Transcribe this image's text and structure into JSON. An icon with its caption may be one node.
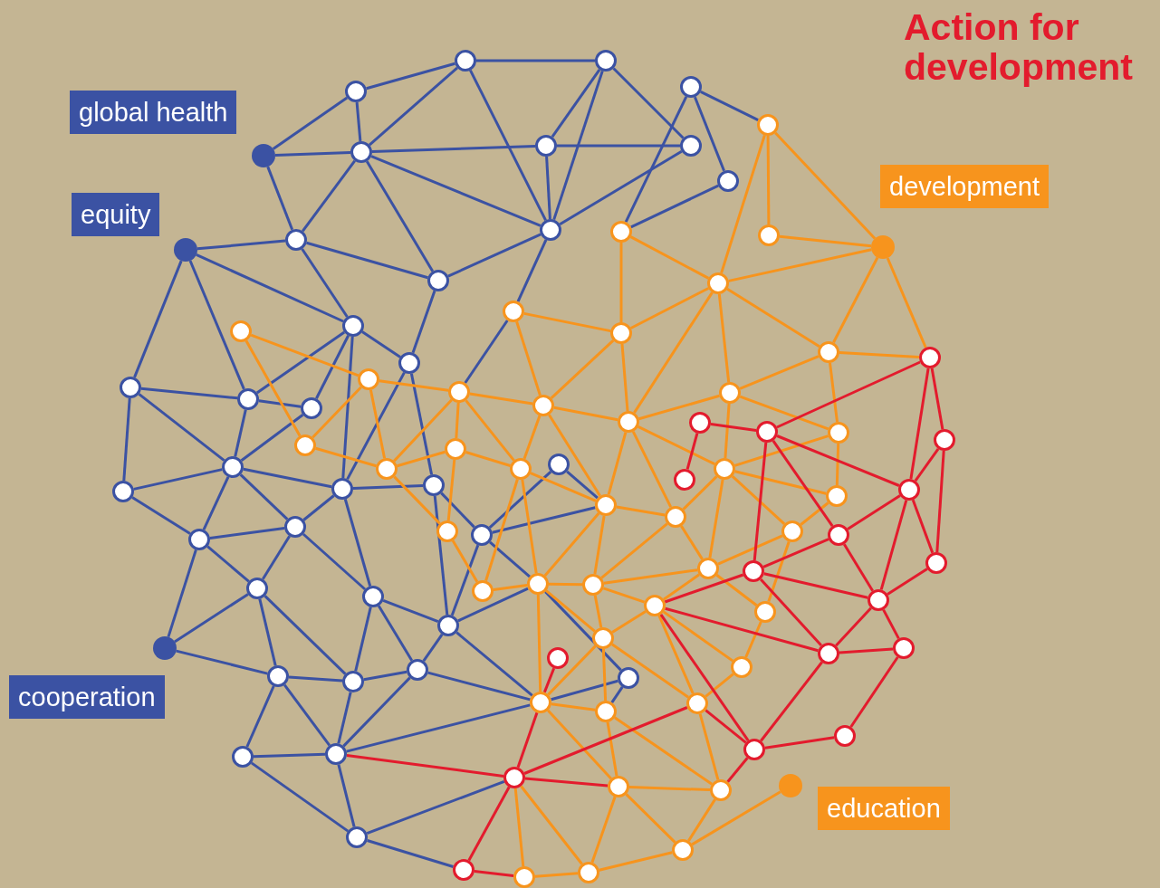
{
  "diagram": {
    "title": "Action for development",
    "nodes": [
      {
        "text": [
          "global health"
        ]
      },
      {
        "text": [
          "equity"
        ]
      },
      {
        "text": [
          "cooperation"
        ]
      },
      {
        "text": [
          "development"
        ]
      },
      {
        "text": [
          "education"
        ]
      },
      {
        "text": [],
        "shape": "circle"
      },
      {
        "text": [],
        "shape": "circle"
      },
      {
        "text": [],
        "shape": "circle"
      },
      {
        "text": [],
        "shape": "circle"
      },
      {
        "text": [],
        "shape": "circle"
      },
      {
        "text": [],
        "shape": "circle"
      },
      {
        "text": [],
        "shape": "circle"
      },
      {
        "text": [],
        "shape": "circle"
      },
      {
        "text": [],
        "shape": "circle"
      },
      {
        "text": [],
        "shape": "circle"
      },
      {
        "text": [],
        "shape": "circle"
      },
      {
        "text": [],
        "shape": "circle"
      },
      {
        "text": [],
        "shape": "circle"
      },
      {
        "text": [],
        "shape": "circle"
      },
      {
        "text": [],
        "shape": "circle"
      },
      {
        "text": [],
        "shape": "circle"
      },
      {
        "text": [],
        "shape": "circle"
      },
      {
        "text": [],
        "shape": "circle"
      },
      {
        "text": [],
        "shape": "circle"
      },
      {
        "text": [],
        "shape": "circle"
      },
      {
        "text": [],
        "shape": "circle"
      },
      {
        "text": [],
        "shape": "circle"
      },
      {
        "text": [],
        "shape": "circle"
      },
      {
        "text": [],
        "shape": "circle"
      },
      {
        "text": [],
        "shape": "circle"
      },
      {
        "text": [],
        "shape": "circle"
      },
      {
        "text": [],
        "shape": "circle"
      },
      {
        "text": [],
        "shape": "circle"
      },
      {
        "text": [],
        "shape": "circle"
      },
      {
        "text": [],
        "shape": "circle"
      },
      {
        "text": [],
        "shape": "circle"
      },
      {
        "text": [],
        "shape": "circle"
      },
      {
        "text": [],
        "shape": "circle"
      },
      {
        "text": [],
        "shape": "circle"
      },
      {
        "text": [],
        "shape": "circle"
      },
      {
        "text": [],
        "shape": "circle"
      },
      {
        "text": [],
        "shape": "circle"
      },
      {
        "text": [],
        "shape": "circle"
      },
      {
        "text": [],
        "shape": "circle"
      },
      {
        "text": [],
        "shape": "circle"
      },
      {
        "text": [],
        "shape": "circle"
      },
      {
        "text": [],
        "shape": "circle"
      },
      {
        "text": [],
        "shape": "circle"
      },
      {
        "text": [],
        "shape": "circle"
      },
      {
        "text": [],
        "shape": "circle"
      },
      {
        "text": [],
        "shape": "circle"
      },
      {
        "text": [],
        "shape": "circle"
      },
      {
        "text": [],
        "shape": "circle"
      },
      {
        "text": [],
        "shape": "circle"
      },
      {
        "text": [],
        "shape": "circle"
      },
      {
        "text": [],
        "shape": "circle"
      },
      {
        "text": [],
        "shape": "circle"
      },
      {
        "text": [],
        "shape": "circle"
      },
      {
        "text": [],
        "shape": "circle"
      },
      {
        "text": [],
        "shape": "circle"
      },
      {
        "text": [],
        "shape": "circle"
      },
      {
        "text": [],
        "shape": "circle"
      },
      {
        "text": [],
        "shape": "circle"
      },
      {
        "text": [],
        "shape": "circle"
      },
      {
        "text": [],
        "shape": "circle"
      },
      {
        "text": [],
        "shape": "circle"
      },
      {
        "text": [],
        "shape": "circle"
      },
      {
        "text": [],
        "shape": "circle"
      },
      {
        "text": [],
        "shape": "circle"
      },
      {
        "text": [],
        "shape": "circle"
      },
      {
        "text": [],
        "shape": "circle"
      },
      {
        "text": [],
        "shape": "circle"
      },
      {
        "text": [],
        "shape": "circle"
      },
      {
        "text": [],
        "shape": "circle"
      },
      {
        "text": [],
        "shape": "circle"
      },
      {
        "text": [],
        "shape": "circle"
      },
      {
        "text": [],
        "shape": "circle"
      },
      {
        "text": [],
        "shape": "circle"
      },
      {
        "text": [],
        "shape": "circle"
      },
      {
        "text": [],
        "shape": "circle"
      },
      {
        "text": [],
        "shape": "circle"
      },
      {
        "text": [],
        "shape": "circle"
      },
      {
        "text": [],
        "shape": "circle"
      },
      {
        "text": [],
        "shape": "circle"
      },
      {
        "text": [],
        "shape": "circle"
      },
      {
        "text": [],
        "shape": "circle"
      },
      {
        "text": [],
        "shape": "circle"
      },
      {
        "text": [],
        "shape": "circle"
      },
      {
        "text": [],
        "shape": "circle"
      },
      {
        "text": [],
        "shape": "circle"
      },
      {
        "text": [],
        "shape": "circle"
      },
      {
        "text": [],
        "shape": "circle"
      },
      {
        "text": [],
        "shape": "circle"
      },
      {
        "text": [],
        "shape": "circle"
      },
      {
        "text": [],
        "shape": "circle"
      },
      {
        "text": [],
        "shape": "circle"
      },
      {
        "text": [],
        "shape": "circle"
      },
      {
        "text": [],
        "shape": "circle"
      },
      {
        "text": [],
        "shape": "circle"
      },
      {
        "text": [],
        "shape": "circle"
      },
      {
        "text": [],
        "shape": "circle"
      }
    ],
    "edges": [
      {
        "from": 9,
        "to": 7,
        "arrow": "none",
        "color": "#3b52a3"
      },
      {
        "from": 7,
        "to": 5,
        "arrow": "none",
        "color": "#3b52a3"
      },
      {
        "from": 7,
        "to": 10,
        "arrow": "none",
        "color": "#3b52a3"
      },
      {
        "from": 9,
        "to": 10,
        "arrow": "none",
        "color": "#3b52a3"
      },
      {
        "from": 9,
        "to": 16,
        "arrow": "none",
        "color": "#3b52a3"
      },
      {
        "from": 10,
        "to": 5,
        "arrow": "none",
        "color": "#3b52a3"
      },
      {
        "from": 10,
        "to": 11,
        "arrow": "none",
        "color": "#3b52a3"
      },
      {
        "from": 11,
        "to": 12,
        "arrow": "none",
        "color": "#3b52a3"
      },
      {
        "from": 10,
        "to": 14,
        "arrow": "none",
        "color": "#3b52a3"
      },
      {
        "from": 10,
        "to": 16,
        "arrow": "none",
        "color": "#3b52a3"
      },
      {
        "from": 10,
        "to": 17,
        "arrow": "none",
        "color": "#3b52a3"
      },
      {
        "from": 5,
        "to": 6,
        "arrow": "none",
        "color": "#3b52a3"
      },
      {
        "from": 5,
        "to": 14,
        "arrow": "none",
        "color": "#3b52a3"
      },
      {
        "from": 6,
        "to": 11,
        "arrow": "none",
        "color": "#3b52a3"
      },
      {
        "from": 6,
        "to": 14,
        "arrow": "none",
        "color": "#3b52a3"
      },
      {
        "from": 6,
        "to": 12,
        "arrow": "none",
        "color": "#3b52a3"
      },
      {
        "from": 11,
        "to": 14,
        "arrow": "none",
        "color": "#3b52a3"
      },
      {
        "from": 12,
        "to": 14,
        "arrow": "none",
        "color": "#3b52a3"
      },
      {
        "from": 8,
        "to": 13,
        "arrow": "none",
        "color": "#3b52a3"
      },
      {
        "from": 8,
        "to": 42,
        "arrow": "none",
        "color": "#3b52a3"
      },
      {
        "from": 8,
        "to": 45,
        "arrow": "none",
        "color": "#3b52a3"
      },
      {
        "from": 13,
        "to": 45,
        "arrow": "none",
        "color": "#3b52a3"
      },
      {
        "from": 14,
        "to": 17,
        "arrow": "none",
        "color": "#3b52a3"
      },
      {
        "from": 14,
        "to": 47,
        "arrow": "none",
        "color": "#3b52a3"
      },
      {
        "from": 47,
        "to": 52,
        "arrow": "none",
        "color": "#3b52a3"
      },
      {
        "from": 15,
        "to": 16,
        "arrow": "none",
        "color": "#3b52a3"
      },
      {
        "from": 15,
        "to": 18,
        "arrow": "none",
        "color": "#3b52a3"
      },
      {
        "from": 16,
        "to": 17,
        "arrow": "none",
        "color": "#3b52a3"
      },
      {
        "from": 16,
        "to": 18,
        "arrow": "none",
        "color": "#3b52a3"
      },
      {
        "from": 15,
        "to": 20,
        "arrow": "none",
        "color": "#3b52a3"
      },
      {
        "from": 15,
        "to": 21,
        "arrow": "none",
        "color": "#3b52a3"
      },
      {
        "from": 17,
        "to": 19,
        "arrow": "none",
        "color": "#3b52a3"
      },
      {
        "from": 18,
        "to": 19,
        "arrow": "none",
        "color": "#3b52a3"
      },
      {
        "from": 18,
        "to": 21,
        "arrow": "none",
        "color": "#3b52a3"
      },
      {
        "from": 18,
        "to": 22,
        "arrow": "none",
        "color": "#3b52a3"
      },
      {
        "from": 18,
        "to": 25,
        "arrow": "none",
        "color": "#3b52a3"
      },
      {
        "from": 19,
        "to": 25,
        "arrow": "none",
        "color": "#3b52a3"
      },
      {
        "from": 19,
        "to": 26,
        "arrow": "none",
        "color": "#3b52a3"
      },
      {
        "from": 20,
        "to": 21,
        "arrow": "none",
        "color": "#3b52a3"
      },
      {
        "from": 20,
        "to": 23,
        "arrow": "none",
        "color": "#3b52a3"
      },
      {
        "from": 20,
        "to": 24,
        "arrow": "none",
        "color": "#3b52a3"
      },
      {
        "from": 21,
        "to": 22,
        "arrow": "none",
        "color": "#3b52a3"
      },
      {
        "from": 21,
        "to": 23,
        "arrow": "none",
        "color": "#3b52a3"
      },
      {
        "from": 22,
        "to": 23,
        "arrow": "none",
        "color": "#3b52a3"
      },
      {
        "from": 23,
        "to": 25,
        "arrow": "none",
        "color": "#3b52a3"
      },
      {
        "from": 23,
        "to": 28,
        "arrow": "none",
        "color": "#3b52a3"
      },
      {
        "from": 23,
        "to": 29,
        "arrow": "none",
        "color": "#3b52a3"
      },
      {
        "from": 24,
        "to": 23,
        "arrow": "none",
        "color": "#3b52a3"
      },
      {
        "from": 24,
        "to": 29,
        "arrow": "none",
        "color": "#3b52a3"
      },
      {
        "from": 25,
        "to": 26,
        "arrow": "none",
        "color": "#3b52a3"
      },
      {
        "from": 25,
        "to": 28,
        "arrow": "none",
        "color": "#3b52a3"
      },
      {
        "from": 25,
        "to": 32,
        "arrow": "none",
        "color": "#3b52a3"
      },
      {
        "from": 26,
        "to": 34,
        "arrow": "none",
        "color": "#3b52a3"
      },
      {
        "from": 26,
        "to": 30,
        "arrow": "none",
        "color": "#3b52a3"
      },
      {
        "from": 28,
        "to": 29,
        "arrow": "none",
        "color": "#3b52a3"
      },
      {
        "from": 28,
        "to": 31,
        "arrow": "none",
        "color": "#3b52a3"
      },
      {
        "from": 28,
        "to": 32,
        "arrow": "none",
        "color": "#3b52a3"
      },
      {
        "from": 29,
        "to": 31,
        "arrow": "none",
        "color": "#3b52a3"
      },
      {
        "from": 29,
        "to": 33,
        "arrow": "none",
        "color": "#3b52a3"
      },
      {
        "from": 31,
        "to": 33,
        "arrow": "none",
        "color": "#3b52a3"
      },
      {
        "from": 33,
        "to": 35,
        "arrow": "none",
        "color": "#3b52a3"
      },
      {
        "from": 31,
        "to": 35,
        "arrow": "none",
        "color": "#3b52a3"
      },
      {
        "from": 31,
        "to": 36,
        "arrow": "none",
        "color": "#3b52a3"
      },
      {
        "from": 32,
        "to": 34,
        "arrow": "none",
        "color": "#3b52a3"
      },
      {
        "from": 32,
        "to": 36,
        "arrow": "none",
        "color": "#3b52a3"
      },
      {
        "from": 32,
        "to": 37,
        "arrow": "none",
        "color": "#3b52a3"
      },
      {
        "from": 34,
        "to": 37,
        "arrow": "none",
        "color": "#3b52a3"
      },
      {
        "from": 34,
        "to": 67,
        "arrow": "none",
        "color": "#3b52a3"
      },
      {
        "from": 34,
        "to": 75,
        "arrow": "none",
        "color": "#3b52a3"
      },
      {
        "from": 30,
        "to": 34,
        "arrow": "none",
        "color": "#3b52a3"
      },
      {
        "from": 27,
        "to": 30,
        "arrow": "none",
        "color": "#3b52a3"
      },
      {
        "from": 30,
        "to": 63,
        "arrow": "none",
        "color": "#3b52a3"
      },
      {
        "from": 27,
        "to": 63,
        "arrow": "none",
        "color": "#3b52a3"
      },
      {
        "from": 30,
        "to": 67,
        "arrow": "none",
        "color": "#3b52a3"
      },
      {
        "from": 67,
        "to": 38,
        "arrow": "none",
        "color": "#3b52a3"
      },
      {
        "from": 38,
        "to": 75,
        "arrow": "none",
        "color": "#3b52a3"
      },
      {
        "from": 38,
        "to": 76,
        "arrow": "none",
        "color": "#3b52a3"
      },
      {
        "from": 35,
        "to": 36,
        "arrow": "none",
        "color": "#3b52a3"
      },
      {
        "from": 35,
        "to": 39,
        "arrow": "none",
        "color": "#3b52a3"
      },
      {
        "from": 35,
        "to": 40,
        "arrow": "none",
        "color": "#3b52a3"
      },
      {
        "from": 36,
        "to": 37,
        "arrow": "none",
        "color": "#3b52a3"
      },
      {
        "from": 36,
        "to": 40,
        "arrow": "none",
        "color": "#3b52a3"
      },
      {
        "from": 37,
        "to": 40,
        "arrow": "none",
        "color": "#3b52a3"
      },
      {
        "from": 37,
        "to": 75,
        "arrow": "none",
        "color": "#3b52a3"
      },
      {
        "from": 40,
        "to": 75,
        "arrow": "none",
        "color": "#3b52a3"
      },
      {
        "from": 39,
        "to": 40,
        "arrow": "none",
        "color": "#3b52a3"
      },
      {
        "from": 39,
        "to": 41,
        "arrow": "none",
        "color": "#3b52a3"
      },
      {
        "from": 40,
        "to": 41,
        "arrow": "none",
        "color": "#3b52a3"
      },
      {
        "from": 41,
        "to": 99,
        "arrow": "none",
        "color": "#3b52a3"
      },
      {
        "from": 41,
        "to": 100,
        "arrow": "none",
        "color": "#3b52a3"
      },
      {
        "from": 42,
        "to": 43,
        "arrow": "none"
      },
      {
        "from": 42,
        "to": 44,
        "arrow": "none"
      },
      {
        "from": 42,
        "to": 46,
        "arrow": "none"
      },
      {
        "from": 43,
        "to": 44,
        "arrow": "none"
      },
      {
        "from": 44,
        "to": 46,
        "arrow": "none"
      },
      {
        "from": 44,
        "to": 50,
        "arrow": "none"
      },
      {
        "from": 44,
        "to": 84,
        "arrow": "none"
      },
      {
        "from": 45,
        "to": 48,
        "arrow": "none"
      },
      {
        "from": 45,
        "to": 46,
        "arrow": "none"
      },
      {
        "from": 46,
        "to": 48,
        "arrow": "none"
      },
      {
        "from": 46,
        "to": 55,
        "arrow": "none"
      },
      {
        "from": 46,
        "to": 54,
        "arrow": "none"
      },
      {
        "from": 46,
        "to": 50,
        "arrow": "none"
      },
      {
        "from": 47,
        "to": 48,
        "arrow": "none"
      },
      {
        "from": 47,
        "to": 53,
        "arrow": "none"
      },
      {
        "from": 48,
        "to": 53,
        "arrow": "none"
      },
      {
        "from": 48,
        "to": 55,
        "arrow": "none"
      },
      {
        "from": 50,
        "to": 54,
        "arrow": "none"
      },
      {
        "from": 50,
        "to": 84,
        "arrow": "none"
      },
      {
        "from": 50,
        "to": 56,
        "arrow": "none"
      },
      {
        "from": 49,
        "to": 51,
        "arrow": "none"
      },
      {
        "from": 49,
        "to": 57,
        "arrow": "none"
      },
      {
        "from": 51,
        "to": 52,
        "arrow": "none"
      },
      {
        "from": 51,
        "to": 57,
        "arrow": "none"
      },
      {
        "from": 51,
        "to": 59,
        "arrow": "none"
      },
      {
        "from": 52,
        "to": 53,
        "arrow": "none"
      },
      {
        "from": 52,
        "to": 58,
        "arrow": "none"
      },
      {
        "from": 52,
        "to": 59,
        "arrow": "none"
      },
      {
        "from": 52,
        "to": 60,
        "arrow": "none"
      },
      {
        "from": 53,
        "to": 55,
        "arrow": "none"
      },
      {
        "from": 53,
        "to": 60,
        "arrow": "none"
      },
      {
        "from": 53,
        "to": 63,
        "arrow": "none"
      },
      {
        "from": 57,
        "to": 59,
        "arrow": "none"
      },
      {
        "from": 58,
        "to": 59,
        "arrow": "none"
      },
      {
        "from": 58,
        "to": 60,
        "arrow": "none"
      },
      {
        "from": 58,
        "to": 65,
        "arrow": "none"
      },
      {
        "from": 59,
        "to": 65,
        "arrow": "none"
      },
      {
        "from": 60,
        "to": 67,
        "arrow": "none"
      },
      {
        "from": 60,
        "to": 69,
        "arrow": "none"
      },
      {
        "from": 60,
        "to": 63,
        "arrow": "none"
      },
      {
        "from": 65,
        "to": 69,
        "arrow": "none"
      },
      {
        "from": 69,
        "to": 67,
        "arrow": "none"
      },
      {
        "from": 63,
        "to": 67,
        "arrow": "none"
      },
      {
        "from": 55,
        "to": 63,
        "arrow": "none"
      },
      {
        "from": 55,
        "to": 64,
        "arrow": "none"
      },
      {
        "from": 55,
        "to": 54,
        "arrow": "none"
      },
      {
        "from": 55,
        "to": 61,
        "arrow": "none"
      },
      {
        "from": 54,
        "to": 61,
        "arrow": "none"
      },
      {
        "from": 54,
        "to": 56,
        "arrow": "none"
      },
      {
        "from": 61,
        "to": 56,
        "arrow": "none"
      },
      {
        "from": 61,
        "to": 62,
        "arrow": "none"
      },
      {
        "from": 61,
        "to": 64,
        "arrow": "none"
      },
      {
        "from": 61,
        "to": 66,
        "arrow": "none"
      },
      {
        "from": 61,
        "to": 70,
        "arrow": "none"
      },
      {
        "from": 56,
        "to": 62,
        "arrow": "none"
      },
      {
        "from": 62,
        "to": 66,
        "arrow": "none"
      },
      {
        "from": 66,
        "to": 70,
        "arrow": "none"
      },
      {
        "from": 66,
        "to": 71,
        "arrow": "none"
      },
      {
        "from": 63,
        "to": 64,
        "arrow": "none"
      },
      {
        "from": 63,
        "to": 68,
        "arrow": "none"
      },
      {
        "from": 64,
        "to": 68,
        "arrow": "none"
      },
      {
        "from": 64,
        "to": 70,
        "arrow": "none"
      },
      {
        "from": 68,
        "to": 70,
        "arrow": "none"
      },
      {
        "from": 68,
        "to": 67,
        "arrow": "none"
      },
      {
        "from": 68,
        "to": 72,
        "arrow": "none"
      },
      {
        "from": 68,
        "to": 73,
        "arrow": "none"
      },
      {
        "from": 70,
        "to": 72,
        "arrow": "none"
      },
      {
        "from": 70,
        "to": 71,
        "arrow": "none"
      },
      {
        "from": 72,
        "to": 73,
        "arrow": "none"
      },
      {
        "from": 72,
        "to": 74,
        "arrow": "none"
      },
      {
        "from": 72,
        "to": 77,
        "arrow": "none"
      },
      {
        "from": 71,
        "to": 74,
        "arrow": "none"
      },
      {
        "from": 74,
        "to": 77,
        "arrow": "none"
      },
      {
        "from": 67,
        "to": 75,
        "arrow": "none"
      },
      {
        "from": 67,
        "to": 73,
        "arrow": "none"
      },
      {
        "from": 73,
        "to": 75,
        "arrow": "none"
      },
      {
        "from": 73,
        "to": 76,
        "arrow": "none"
      },
      {
        "from": 73,
        "to": 77,
        "arrow": "none"
      },
      {
        "from": 75,
        "to": 76,
        "arrow": "none"
      },
      {
        "from": 75,
        "to": 78,
        "arrow": "none"
      },
      {
        "from": 76,
        "to": 78,
        "arrow": "none"
      },
      {
        "from": 76,
        "to": 79,
        "arrow": "none"
      },
      {
        "from": 77,
        "to": 79,
        "arrow": "none"
      },
      {
        "from": 78,
        "to": 79,
        "arrow": "none"
      },
      {
        "from": 78,
        "to": 81,
        "arrow": "none"
      },
      {
        "from": 78,
        "to": 82,
        "arrow": "none"
      },
      {
        "from": 79,
        "to": 81,
        "arrow": "none"
      },
      {
        "from": 81,
        "to": 80,
        "arrow": "none"
      },
      {
        "from": 81,
        "to": 82,
        "arrow": "none"
      },
      {
        "from": 82,
        "to": 83,
        "arrow": "none"
      },
      {
        "from": 99,
        "to": 83,
        "arrow": "none"
      },
      {
        "from": 99,
        "to": 82,
        "arrow": "none"
      },
      {
        "from": 84,
        "to": 86,
        "arrow": "none",
        "color": "#e31b2d"
      },
      {
        "from": 84,
        "to": 87,
        "arrow": "none",
        "color": "#e31b2d"
      },
      {
        "from": 84,
        "to": 89,
        "arrow": "none",
        "color": "#e31b2d"
      },
      {
        "from": 87,
        "to": 89,
        "arrow": "none",
        "color": "#e31b2d"
      },
      {
        "from": 87,
        "to": 91,
        "arrow": "none",
        "color": "#e31b2d"
      },
      {
        "from": 85,
        "to": 86,
        "arrow": "none",
        "color": "#e31b2d"
      },
      {
        "from": 85,
        "to": 88,
        "arrow": "none",
        "color": "#e31b2d"
      },
      {
        "from": 86,
        "to": 89,
        "arrow": "none",
        "color": "#e31b2d"
      },
      {
        "from": 86,
        "to": 90,
        "arrow": "none",
        "color": "#e31b2d"
      },
      {
        "from": 86,
        "to": 92,
        "arrow": "none",
        "color": "#e31b2d"
      },
      {
        "from": 89,
        "to": 90,
        "arrow": "none",
        "color": "#e31b2d"
      },
      {
        "from": 89,
        "to": 93,
        "arrow": "none",
        "color": "#e31b2d"
      },
      {
        "from": 89,
        "to": 91,
        "arrow": "none",
        "color": "#e31b2d"
      },
      {
        "from": 90,
        "to": 93,
        "arrow": "none",
        "color": "#e31b2d"
      },
      {
        "from": 90,
        "to": 92,
        "arrow": "none",
        "color": "#e31b2d"
      },
      {
        "from": 91,
        "to": 93,
        "arrow": "none",
        "color": "#e31b2d"
      },
      {
        "from": 92,
        "to": 93,
        "arrow": "none",
        "color": "#e31b2d"
      },
      {
        "from": 92,
        "to": 94,
        "arrow": "none",
        "color": "#e31b2d"
      },
      {
        "from": 92,
        "to": 72,
        "arrow": "none",
        "color": "#e31b2d"
      },
      {
        "from": 93,
        "to": 94,
        "arrow": "none",
        "color": "#e31b2d"
      },
      {
        "from": 93,
        "to": 95,
        "arrow": "none",
        "color": "#e31b2d"
      },
      {
        "from": 94,
        "to": 95,
        "arrow": "none",
        "color": "#e31b2d"
      },
      {
        "from": 94,
        "to": 72,
        "arrow": "none",
        "color": "#e31b2d"
      },
      {
        "from": 94,
        "to": 97,
        "arrow": "none",
        "color": "#e31b2d"
      },
      {
        "from": 95,
        "to": 98,
        "arrow": "none",
        "color": "#e31b2d"
      },
      {
        "from": 97,
        "to": 98,
        "arrow": "none",
        "color": "#e31b2d"
      },
      {
        "from": 97,
        "to": 72,
        "arrow": "none",
        "color": "#e31b2d"
      },
      {
        "from": 97,
        "to": 77,
        "arrow": "none",
        "color": "#e31b2d"
      },
      {
        "from": 97,
        "to": 79,
        "arrow": "none",
        "color": "#e31b2d"
      },
      {
        "from": 96,
        "to": 75,
        "arrow": "none",
        "color": "#e31b2d"
      },
      {
        "from": 99,
        "to": 75,
        "arrow": "none",
        "color": "#e31b2d"
      },
      {
        "from": 99,
        "to": 77,
        "arrow": "none",
        "color": "#e31b2d"
      },
      {
        "from": 99,
        "to": 78,
        "arrow": "none",
        "color": "#e31b2d"
      },
      {
        "from": 99,
        "to": 100,
        "arrow": "none",
        "color": "#e31b2d"
      },
      {
        "from": 100,
        "to": 83,
        "arrow": "none",
        "color": "#e31b2d"
      },
      {
        "from": 40,
        "to": 99,
        "arrow": "none",
        "color": "#e31b2d"
      }
    ]
  }
}
